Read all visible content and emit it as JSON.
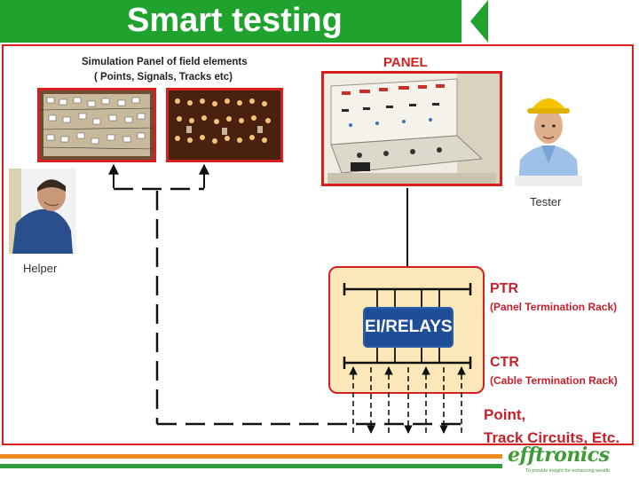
{
  "header": {
    "title": "Smart testing"
  },
  "simulation_panel": {
    "label_line1": "Simulation Panel of field elements",
    "label_line2": "( Points, Signals, Tracks etc)"
  },
  "panel": {
    "label": "PANEL"
  },
  "people": {
    "tester": "Tester",
    "helper": "Helper"
  },
  "rack": {
    "relay_label": "EI/RELAYS",
    "ptr_title": "PTR",
    "ptr_subtitle": "(Panel Termination Rack)",
    "ctr_title": "CTR",
    "ctr_subtitle": "(Cable Termination Rack)"
  },
  "field": {
    "line1": "Point,",
    "line2": "Track Circuits, Etc."
  },
  "footer": {
    "logo": "efftronics",
    "tagline": "To provide insight for enhancing wealth"
  },
  "colors": {
    "title_green": "#1fa32e",
    "frame_red": "#d62020",
    "rack_fill": "#fbe7b8",
    "relay_blue": "#1f4e98",
    "stripe_orange": "#ef8a22",
    "stripe_green": "#2e9c3a",
    "logo_green": "#3e9a35"
  }
}
